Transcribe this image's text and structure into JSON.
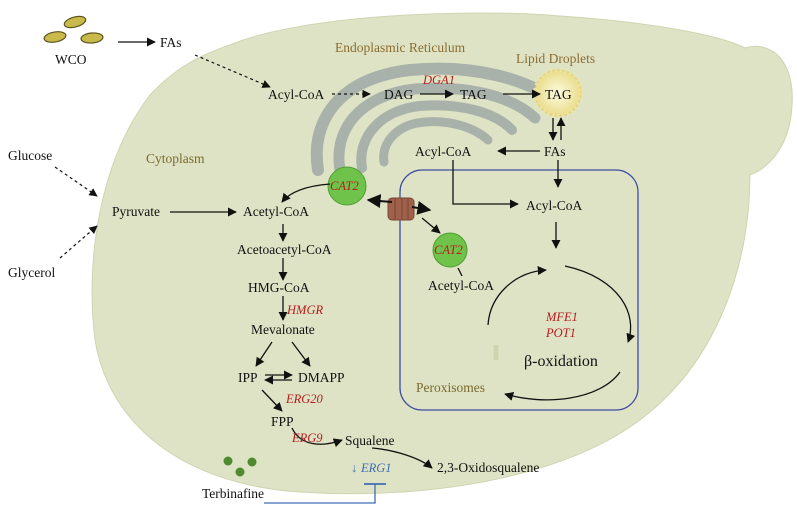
{
  "labels": {
    "wco": "WCO",
    "fas_top": "FAs",
    "er": "Endoplasmic Reticulum",
    "lipid_droplets": "Lipid Droplets",
    "acyl_coa_er": "Acyl-CoA",
    "dag": "DAG",
    "tag_er": "TAG",
    "tag_ld": "TAG",
    "dga1": "DGA1",
    "glucose": "Glucose",
    "glycerol": "Glycerol",
    "cytoplasm": "Cytoplasm",
    "acyl_coa_cyto": "Acyl-CoA",
    "fas_mid": "FAs",
    "pyruvate": "Pyruvate",
    "acetyl_coa": "Acetyl-CoA",
    "cat2_top": "CAT2",
    "acetoacetyl_coa": "Acetoacetyl-CoA",
    "hmg_coa": "HMG-CoA",
    "hmgr": "HMGR",
    "mevalonate": "Mevalonate",
    "ipp": "IPP",
    "dmapp": "DMAPP",
    "erg20": "ERG20",
    "fpp": "FPP",
    "erg9": "ERG9",
    "squalene": "Squalene",
    "erg1": "ERG1",
    "erg1_arrow": "↓",
    "oxidosqualene": "2,3-Oxidosqualene",
    "terbinafine": "Terbinafine",
    "acyl_coa_perox": "Acyl-CoA",
    "cat2_perox": "CAT2",
    "acetyl_coa_perox": "Acetyl-CoA",
    "mfe1": "MFE1",
    "pot1": "POT1",
    "beta_oxidation": "β-oxidation",
    "peroxisomes": "Peroxisomes"
  },
  "colors": {
    "cell_fill": "#dfe3c6",
    "er_fill": "#a9b2aa",
    "catalase": "#6fc24a",
    "transporter": "#a0614a",
    "peroxisome_border": "#3e4fa0",
    "enzyme_red": "#b41e1e",
    "enzyme_blue": "#3d6db3",
    "wco_pellet": "#c8b94a"
  }
}
